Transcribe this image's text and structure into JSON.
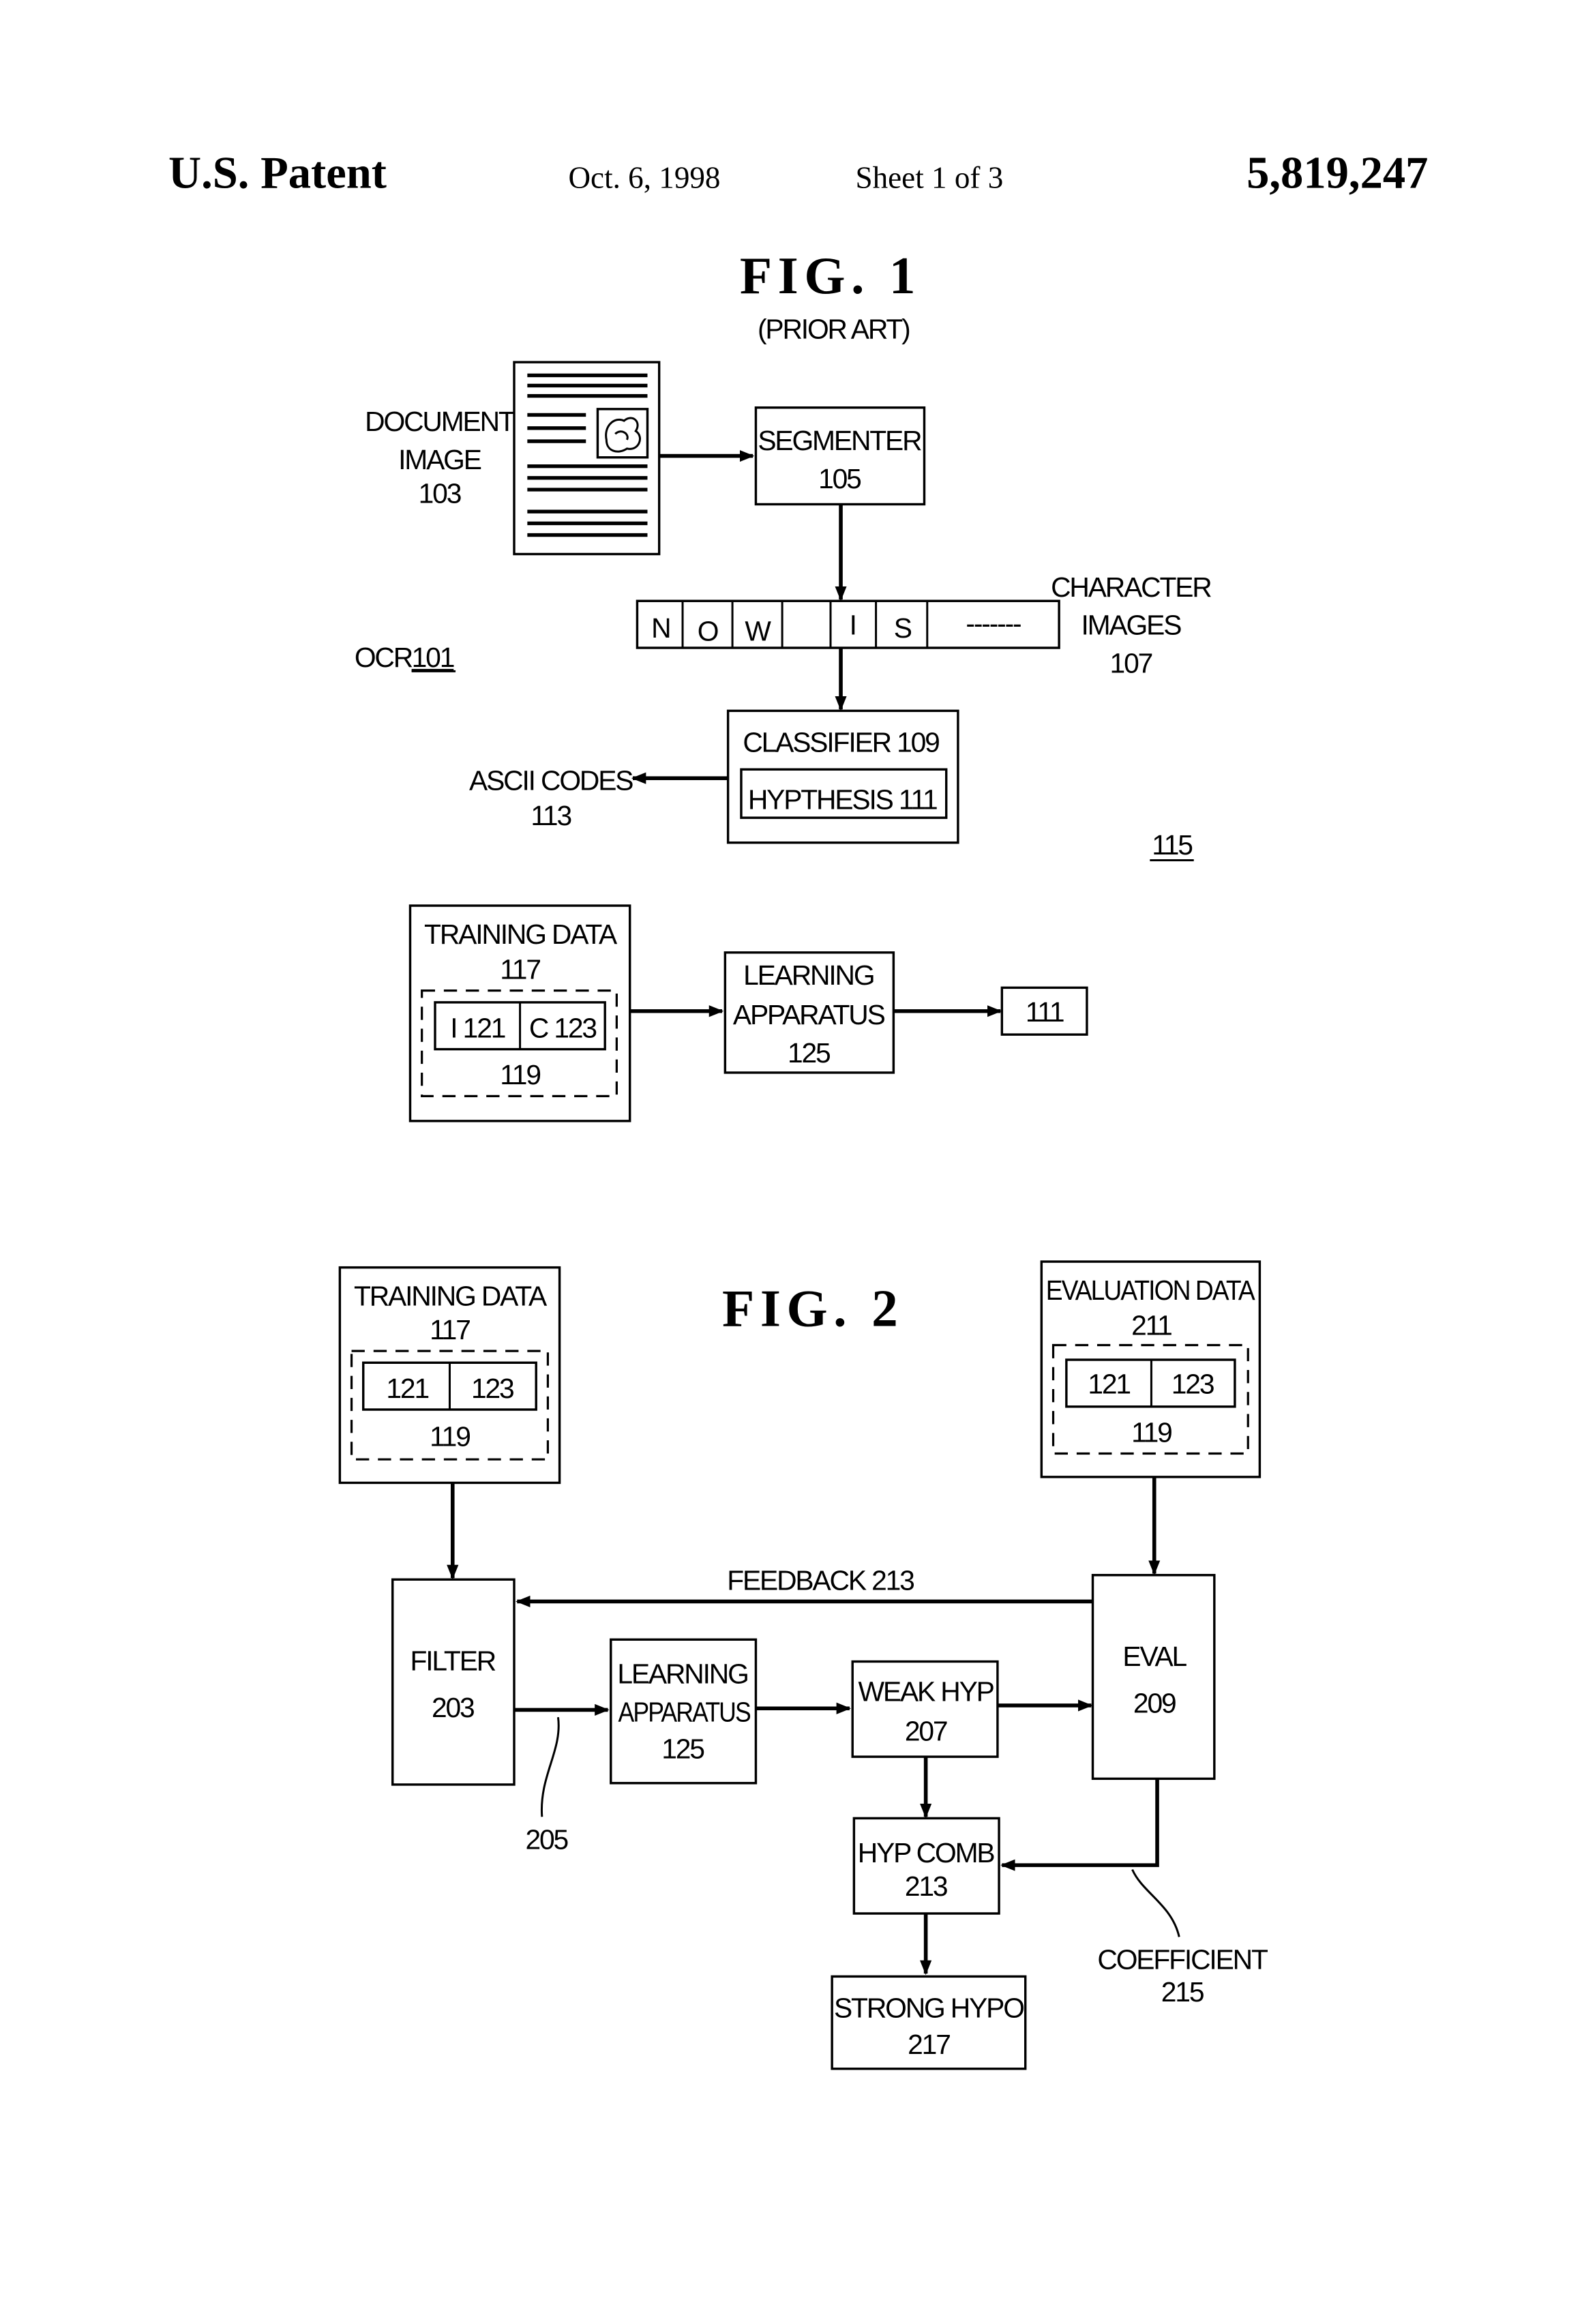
{
  "header": {
    "left": "U.S. Patent",
    "date": "Oct. 6, 1998",
    "sheet": "Sheet 1 of 3",
    "patent_number": "5,819,247"
  },
  "fig1": {
    "title": "FIG.  1",
    "subtitle": "(PRIOR ART)",
    "document_image": [
      "DOCUMENT",
      "IMAGE",
      "103"
    ],
    "segmenter": [
      "SEGMENTER",
      "105"
    ],
    "character_cells": [
      "N",
      "O",
      "W",
      "",
      "I",
      "S",
      "-------"
    ],
    "character_images": [
      "CHARACTER",
      "IMAGES",
      "107"
    ],
    "ocr_label": "OCR",
    "ocr_number": "101",
    "classifier": "CLASSIFIER 109",
    "hypothesis": "HYPTHESIS 111",
    "ascii_codes": [
      "ASCII CODES",
      "113"
    ],
    "ref_115": "115",
    "training_data": [
      "TRAINING DATA",
      "117"
    ],
    "training_cells": [
      "I 121",
      "C 123"
    ],
    "training_group": "119",
    "learning_apparatus": [
      "LEARNING",
      "APPARATUS",
      "125"
    ],
    "output_111": "111"
  },
  "fig2": {
    "title": "FIG.  2",
    "training_data": [
      "TRAINING DATA",
      "117"
    ],
    "training_cells": [
      "121",
      "123"
    ],
    "training_group": "119",
    "evaluation_data": [
      "EVALUATION DATA",
      "211"
    ],
    "evaluation_cells": [
      "121",
      "123"
    ],
    "evaluation_group": "119",
    "filter": [
      "FILTER",
      "203"
    ],
    "eval": [
      "EVAL",
      "209"
    ],
    "feedback": "FEEDBACK 213",
    "ref_205": "205",
    "learning_apparatus": [
      "LEARNING",
      "APPARATUS",
      "125"
    ],
    "weak_hyp": [
      "WEAK HYP",
      "207"
    ],
    "hyp_comb": [
      "HYP COMB",
      "213"
    ],
    "coefficient": [
      "COEFFICIENT",
      "215"
    ],
    "strong_hypo": [
      "STRONG HYPO",
      "217"
    ]
  }
}
